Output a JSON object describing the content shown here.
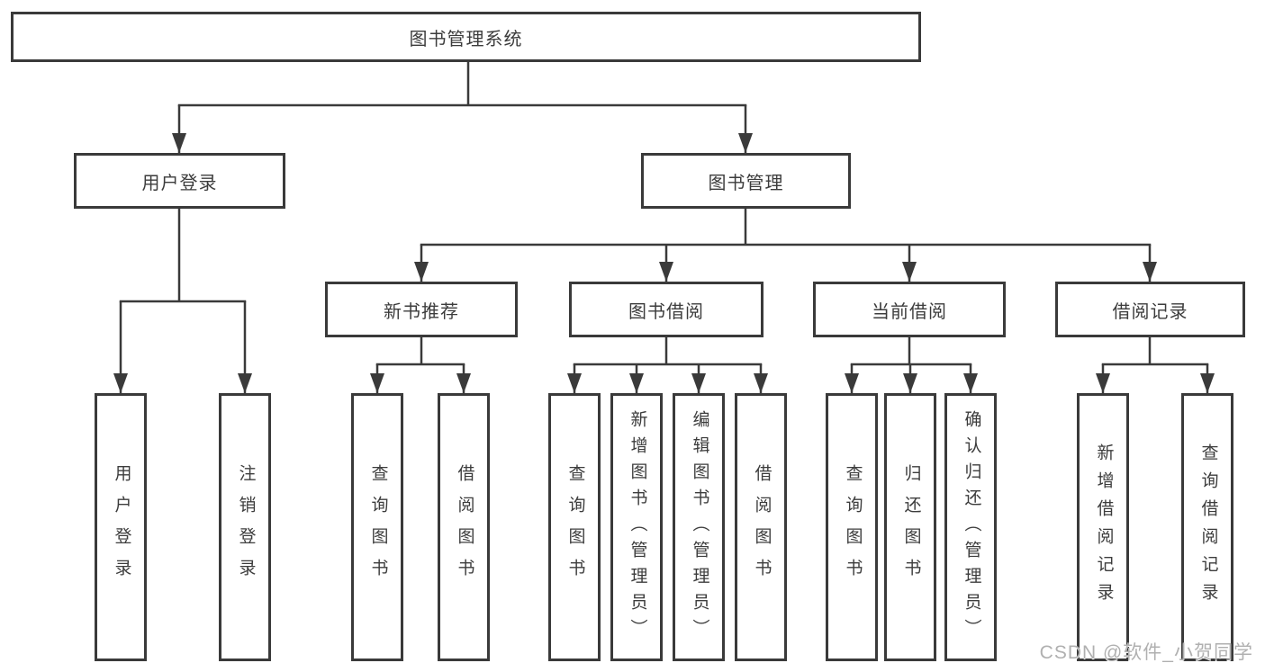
{
  "tree": {
    "label": "图书管理系统",
    "children": [
      {
        "label": "用户登录",
        "children": [
          {
            "label": "用户登录"
          },
          {
            "label": "注销登录"
          }
        ]
      },
      {
        "label": "图书管理",
        "children": [
          {
            "label": "新书推荐",
            "children": [
              {
                "label": "查询图书"
              },
              {
                "label": "借阅图书"
              }
            ]
          },
          {
            "label": "图书借阅",
            "children": [
              {
                "label": "查询图书"
              },
              {
                "label": "新增图书（管理员）"
              },
              {
                "label": "编辑图书（管理员）"
              },
              {
                "label": "借阅图书"
              }
            ]
          },
          {
            "label": "当前借阅",
            "children": [
              {
                "label": "查询图书"
              },
              {
                "label": "归还图书"
              },
              {
                "label": "确认归还（管理员）"
              }
            ]
          },
          {
            "label": "借阅记录",
            "children": [
              {
                "label": "新增借阅记录"
              },
              {
                "label": "查询借阅记录"
              }
            ]
          }
        ]
      }
    ]
  },
  "watermark": {
    "text": "CSDN @软件_小贺同学"
  },
  "colors": {
    "line": "#3a3a3a",
    "text": "#3c3c3c",
    "watermark": "#b0b0b0",
    "background": "#ffffff"
  }
}
